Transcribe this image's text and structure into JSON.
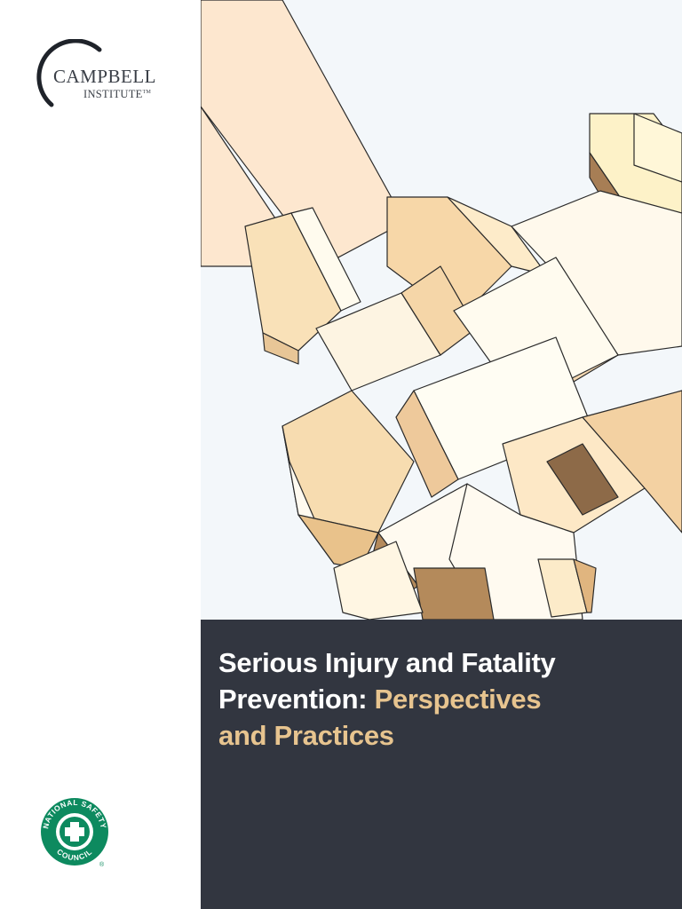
{
  "brand": {
    "name": "CAMPBELL",
    "subname": "INSTITUTE",
    "mark": "TM"
  },
  "title": {
    "main": "Serious Injury and Fatality",
    "line2_a": "Prevention:",
    "line2_b": "Perspectives",
    "line3": "and Practices"
  },
  "partner_logo": {
    "text": "NATIONAL SAFETY COUNCIL",
    "registered": "®"
  },
  "colors": {
    "sidebar": "#ffffff",
    "panel": "#323640",
    "accent_text": "#e7c48f",
    "nsc_green": "#0d8a5f",
    "art_background": "#f3f7fa"
  }
}
